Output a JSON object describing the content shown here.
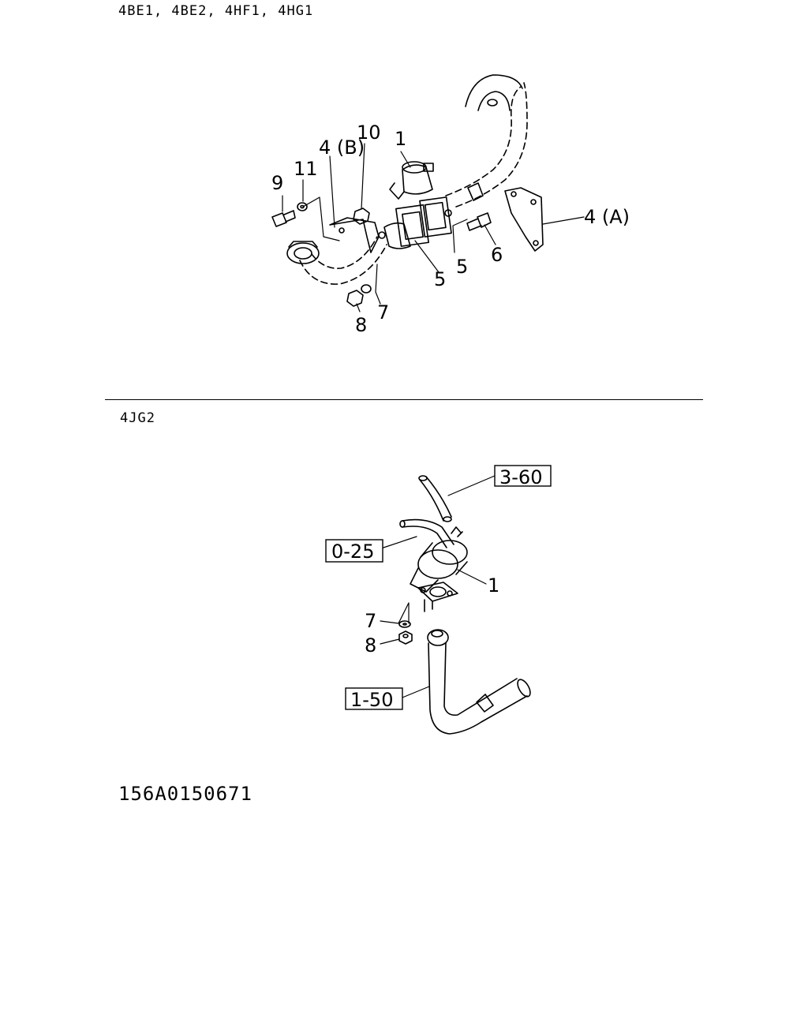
{
  "sections": {
    "top": {
      "header": "4BE1, 4BE2, 4HF1, 4HG1",
      "callouts": {
        "c1": "1",
        "c10": "10",
        "c4b": "4 (B)",
        "c11": "11",
        "c9": "9",
        "c4a": "4 (A)",
        "c6": "6",
        "c5a": "5",
        "c5b": "5",
        "c7": "7",
        "c8": "8"
      }
    },
    "bottom": {
      "header": "4JG2",
      "callouts": {
        "c1": "1",
        "c7": "7",
        "c8": "8"
      },
      "references": {
        "r360": "3-60",
        "r025": "0-25",
        "r150": "1-50"
      }
    }
  },
  "document_id": "156A0150671"
}
